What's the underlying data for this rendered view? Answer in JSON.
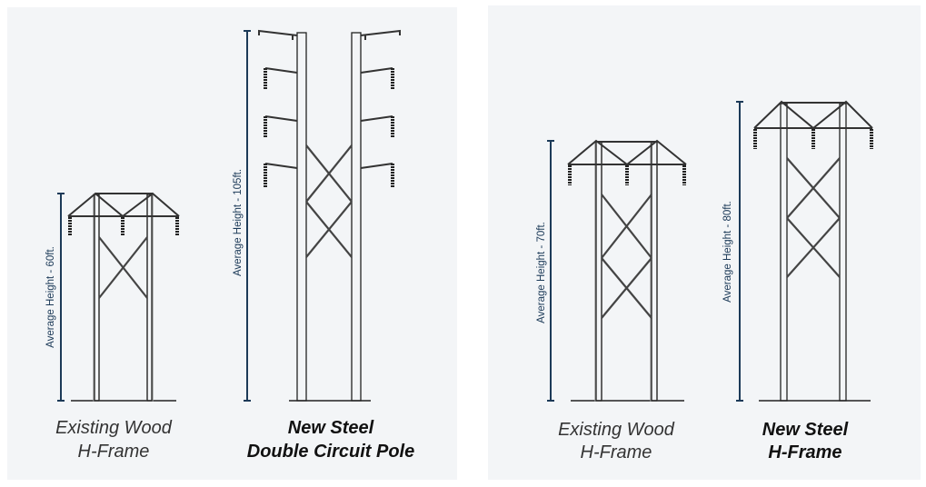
{
  "panels": [
    {
      "towers": [
        {
          "measure_label": "Average Height - 60ft.",
          "caption": [
            "Existing Wood",
            "H-Frame"
          ]
        },
        {
          "measure_label": "Average Height - 105ft.",
          "caption": [
            "New Steel",
            "Double Circuit Pole"
          ]
        }
      ]
    },
    {
      "towers": [
        {
          "measure_label": "Average Height - 70ft.",
          "caption": [
            "Existing Wood",
            "H-Frame"
          ]
        },
        {
          "measure_label": "Average Height - 80ft.",
          "caption": [
            "New Steel",
            "H-Frame"
          ]
        }
      ]
    }
  ],
  "colors": {
    "panel_bg": "#f3f5f7",
    "measure": "#1c3a58"
  }
}
